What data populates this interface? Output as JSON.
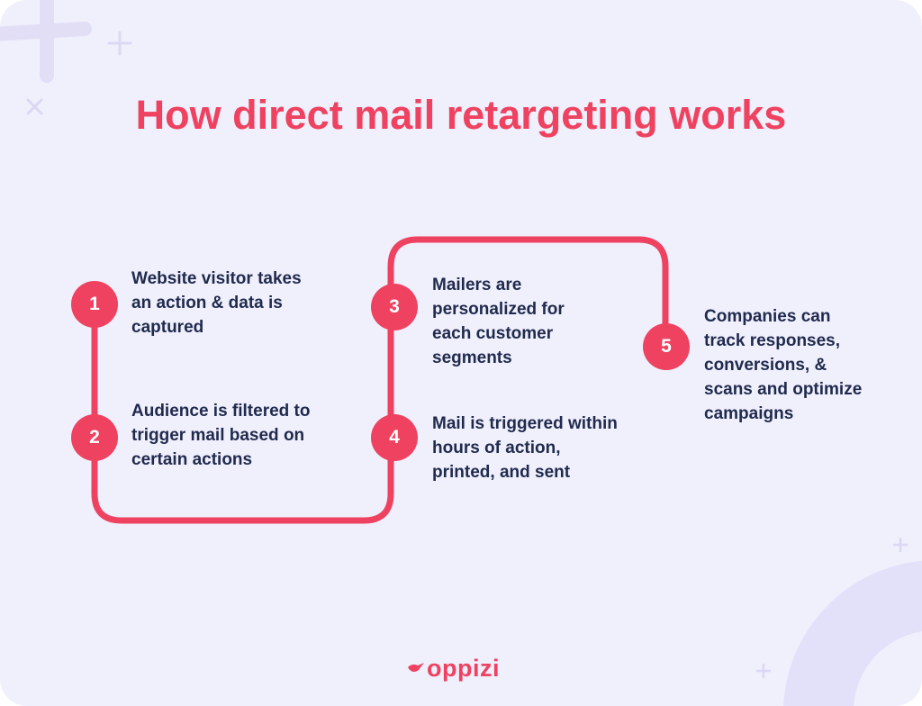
{
  "title": "How direct mail retargeting works",
  "colors": {
    "accent": "#ee4260",
    "background": "#f0effc",
    "text": "#1f2a4d"
  },
  "steps": [
    {
      "number": "1",
      "text": "Website visitor takes an action & data is captured"
    },
    {
      "number": "2",
      "text": "Audience is filtered to trigger mail based on certain actions"
    },
    {
      "number": "3",
      "text": "Mailers are personalized for each customer segments"
    },
    {
      "number": "4",
      "text": "Mail is triggered within hours of action, printed, and sent"
    },
    {
      "number": "5",
      "text": "Companies can track responses, conversions, & scans and optimize campaigns"
    }
  ],
  "logo": {
    "text": "oppizi",
    "icon": "bird-icon"
  }
}
